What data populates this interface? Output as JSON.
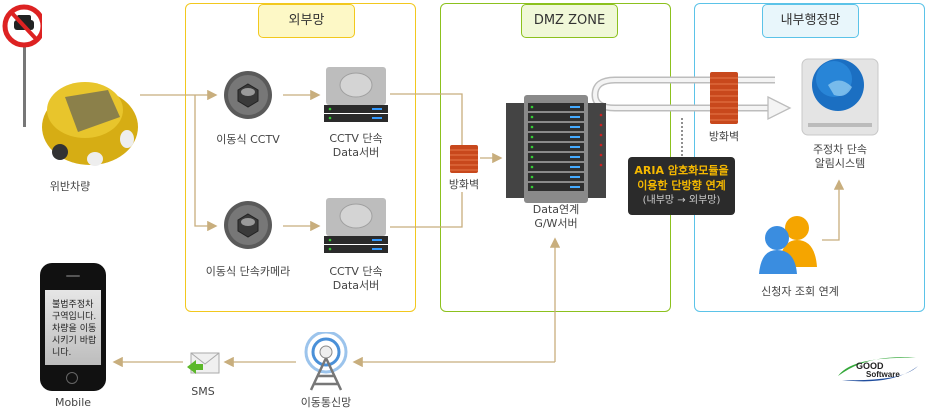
{
  "zones": {
    "external": {
      "title": "외부망",
      "color": "#f2c81e"
    },
    "dmz": {
      "title": "DMZ ZONE",
      "color": "#8cc11e"
    },
    "internal": {
      "title": "내부행정망",
      "color": "#5bc3e8"
    }
  },
  "nodes": {
    "violation_vehicle": {
      "label": "위반차량",
      "icon": "car-icon"
    },
    "no_parking_sign": {
      "icon": "no-parking-sign-icon"
    },
    "mobile_cctv": {
      "label": "이동식 CCTV",
      "icon": "camera-icon"
    },
    "cctv_data_server_1": {
      "label_line1": "CCTV 단속",
      "label_line2": "Data서버",
      "icon": "hard-drive-icon"
    },
    "mobile_camera": {
      "label": "이동식 단속카메라",
      "icon": "camera-icon"
    },
    "cctv_data_server_2": {
      "label_line1": "CCTV 단속",
      "label_line2": "Data서버",
      "icon": "hard-drive-icon"
    },
    "firewall_dmz": {
      "label": "방화벽",
      "icon": "firewall-icon"
    },
    "gateway_server": {
      "label_line1": "Data연계",
      "label_line2": "G/W서버",
      "icon": "server-rack-icon"
    },
    "firewall_internal": {
      "label": "방화벽",
      "icon": "firewall-icon"
    },
    "alert_system": {
      "label_line1": "주정차 단속",
      "label_line2": "알림시스템",
      "icon": "globe-drive-icon"
    },
    "applicant_lookup": {
      "label": "신청자 조회 연계",
      "icon": "users-icon"
    },
    "mobile_network": {
      "label": "이동통신망",
      "icon": "antenna-tower-icon"
    },
    "sms": {
      "label": "SMS",
      "icon": "envelope-icon"
    },
    "mobile": {
      "label": "Mobile",
      "icon": "phone-icon",
      "screen_text": "불법주정차\n구역입니다.\n차량을 이동\n시키기 바랍\n니다."
    }
  },
  "aria_note": {
    "line1": "ARIA 암호화모듈을",
    "line2": "이용한 단방향 연계",
    "line3": "(내부망 → 외부망)"
  },
  "logo": {
    "line1": "GOOD",
    "line2": "Software"
  },
  "colors": {
    "connector": "#c8ae7d",
    "aria_text": "#f5b800",
    "aria_bg": "#2b2b2b"
  }
}
